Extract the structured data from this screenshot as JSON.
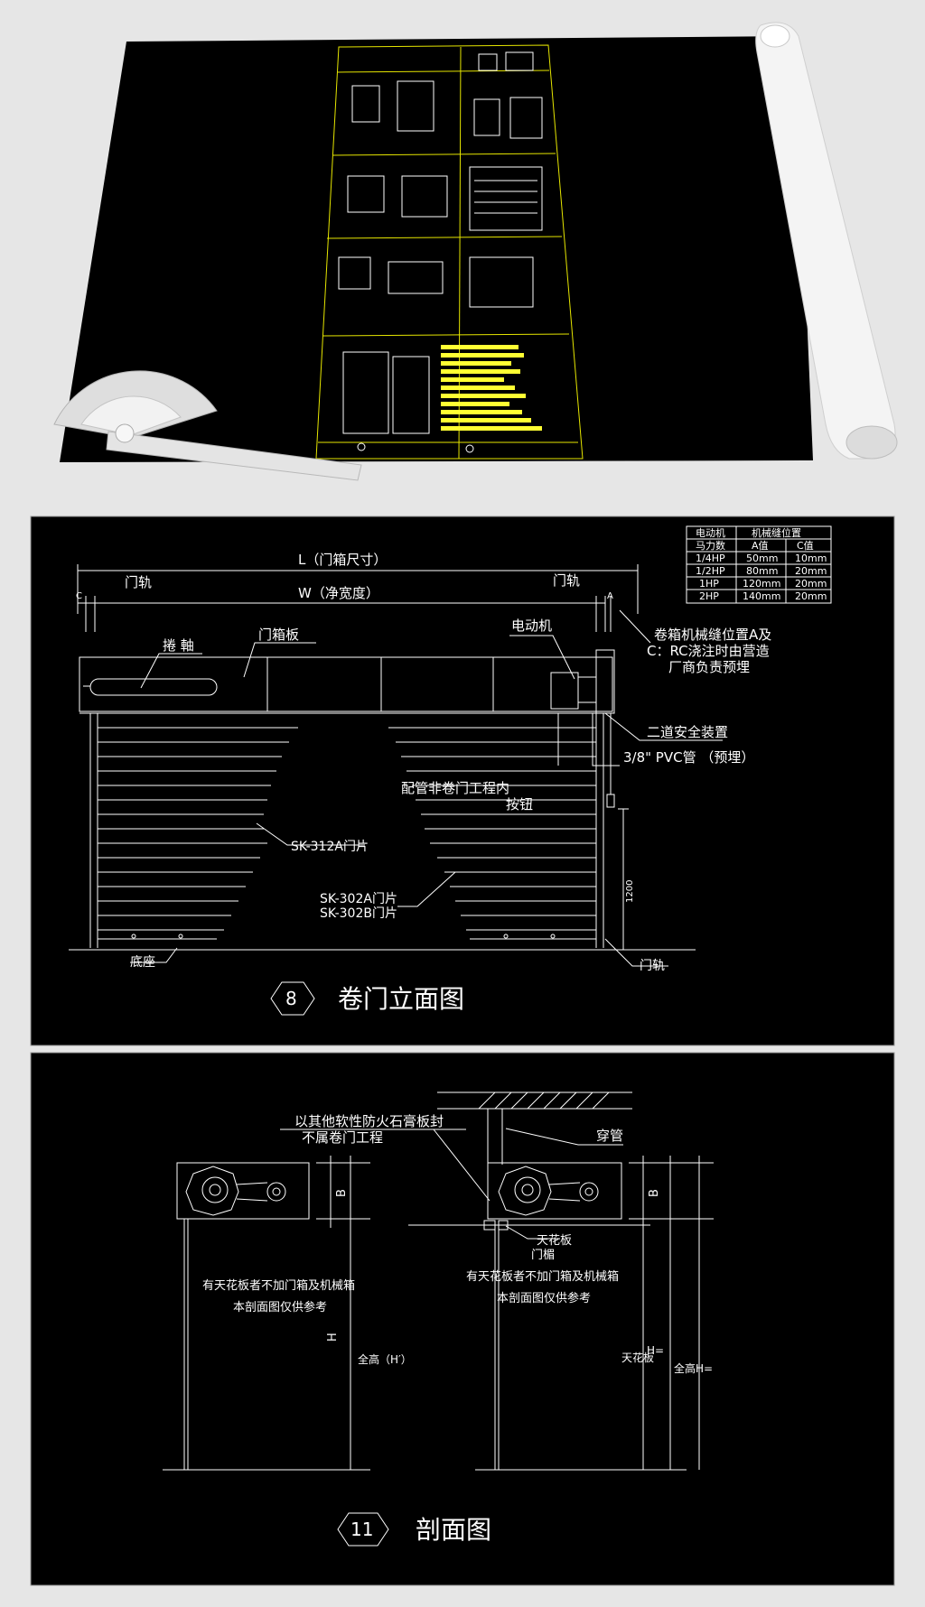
{
  "colors": {
    "background": "#e6e6e6",
    "cad_bg": "#000000",
    "line": "#ffffff",
    "sheet_border": "#e6e600",
    "highlight": "#ffff33"
  },
  "top_sheet": {
    "header_label": "",
    "icons": [
      "protractor-icon",
      "paper-roll-icon"
    ]
  },
  "elevation": {
    "table": {
      "header": [
        "电动机",
        "机械缝位置"
      ],
      "subheader": [
        "马力数",
        "A值",
        "C值"
      ],
      "rows": [
        [
          "1/4HP",
          "50mm",
          "10mm"
        ],
        [
          "1/2HP",
          "80mm",
          "20mm"
        ],
        [
          "1HP",
          "120mm",
          "20mm"
        ],
        [
          "2HP",
          "140mm",
          "20mm"
        ]
      ]
    },
    "labels": {
      "L": "L（门箱尺寸）",
      "W": "W（净宽度）",
      "C": "C",
      "A": "A",
      "rail_left": "门轨",
      "rail_right": "门轨",
      "shaft": "捲 軸",
      "box_panel": "门箱板",
      "motor": "电动机",
      "note1": "卷箱机械缝位置A及",
      "note2": "C：RC浇注时由营造",
      "note3": "厂商负责预埋",
      "safety": "二道安全装置",
      "pvc": "3/8\" PVC管 （预埋）",
      "piping1": "配管非卷门工程内",
      "piping2": "按钮",
      "sk312": "SK-312A门片",
      "sk302a": "SK-302A门片",
      "sk302b": "SK-302B门片",
      "base": "底座",
      "rail_bottom": "门轨",
      "dim_1200": "1200"
    },
    "title_number": "8",
    "title_text": "卷门立面图"
  },
  "section": {
    "labels": {
      "fire1": "以其他软性防火石膏板封",
      "fire2": "不属卷门工程",
      "pipe": "穿管",
      "B_left": "B",
      "B_right": "B",
      "ceiling_board": "天花板",
      "lintel": "门楣",
      "note_left1": "有天花板者不加门箱及机械箱",
      "note_left2": "本剖面图仅供参考",
      "note_right1": "有天花板者不加门箱及机械箱",
      "note_right2": "本剖面图仅供参考",
      "H_left": "H",
      "full_height_left": "全高（H′）",
      "ceiling_vertical": "天花板",
      "H_right": "H=",
      "full_height_right": "全高H="
    },
    "title_number": "11",
    "title_text": "剖面图"
  }
}
